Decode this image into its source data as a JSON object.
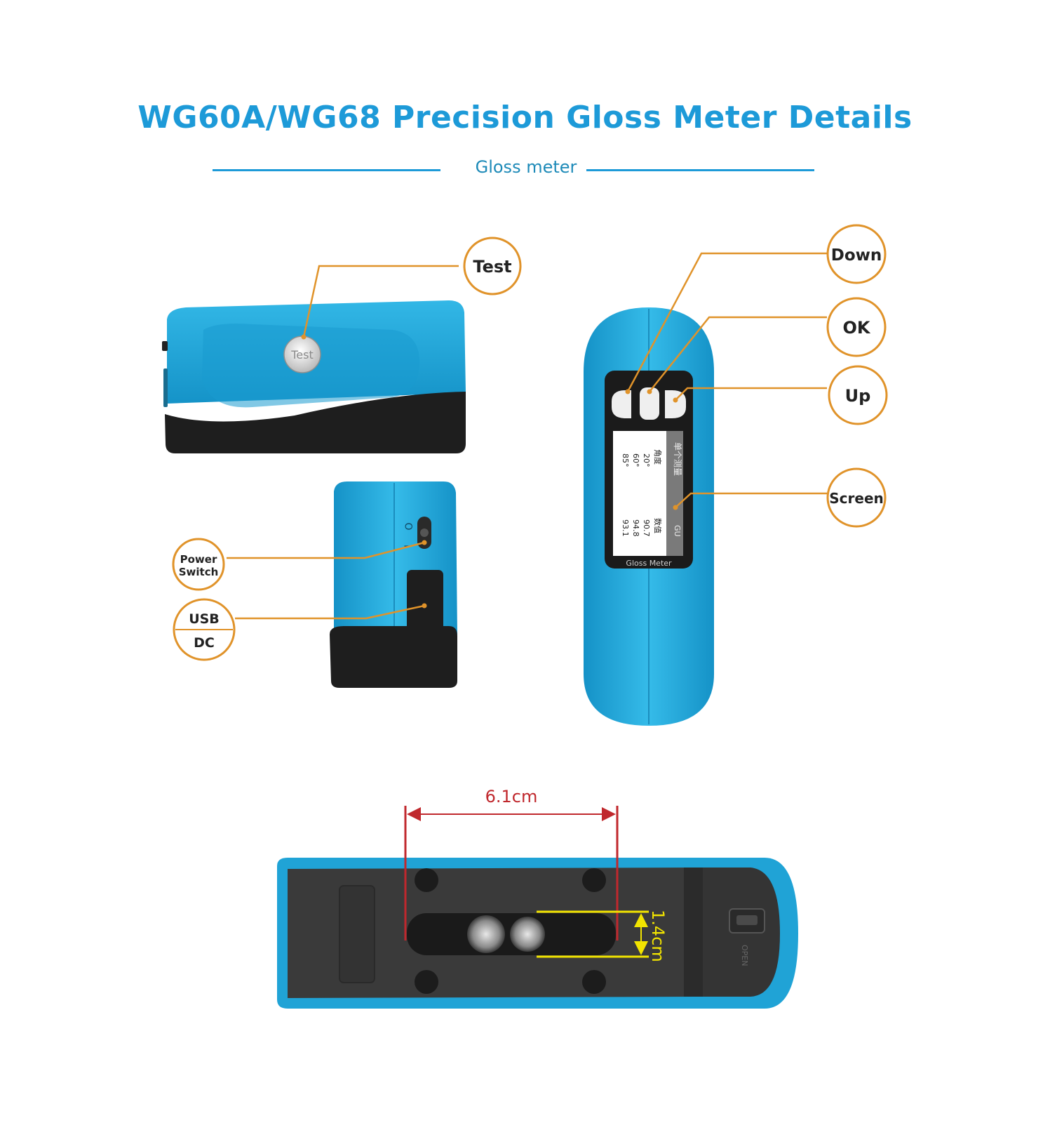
{
  "title": "WG60A/WG68 Precision Gloss Meter Details",
  "subtitle": "Gloss meter",
  "colors": {
    "accent": "#1d9ad8",
    "callout": "#e0932a",
    "device_blue": "#1fa6d9",
    "device_black": "#1e1e1e",
    "dimension_red": "#c0282d",
    "dimension_yellow": "#f2e400"
  },
  "callouts": {
    "test": "Test",
    "down": "Down",
    "ok": "OK",
    "up": "Up",
    "screen": "Screen",
    "power_line1": "Power",
    "power_line2": "Switch",
    "usb": "USB",
    "dc": "DC"
  },
  "device": {
    "test_button_label": "Test",
    "switch_on": "O",
    "switch_off": "I",
    "screen_header": "单个测量",
    "screen_unit": "GU",
    "screen_col_angle": "角度",
    "screen_col_value": "数值",
    "screen_rows": [
      {
        "angle": "20°",
        "value": "90.7"
      },
      {
        "angle": "60°",
        "value": "94.8"
      },
      {
        "angle": "85°",
        "value": "93.1"
      }
    ],
    "brand_label": "Gloss Meter",
    "cover_label": "OPEN"
  },
  "dimensions": {
    "width": "6.1cm",
    "aperture": "1.4cm"
  }
}
